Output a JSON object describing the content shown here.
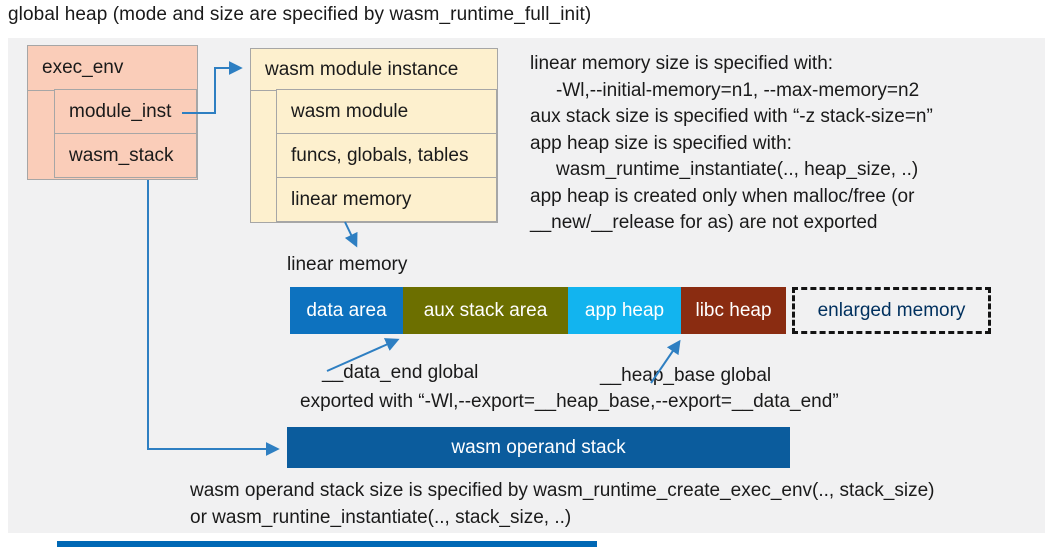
{
  "title": "global heap (mode and size are specified by wasm_runtime_full_init)",
  "exec_env_box": {
    "header": "exec_env",
    "rows": [
      {
        "label": "module_inst"
      },
      {
        "label": "wasm_stack"
      }
    ]
  },
  "module_instance_box": {
    "header": "wasm module instance",
    "rows": [
      {
        "label": "wasm module"
      },
      {
        "label": "funcs, globals, tables"
      },
      {
        "label": "linear memory"
      }
    ]
  },
  "notes_right": {
    "lines": [
      "linear memory size is specified with:",
      "-Wl,--initial-memory=n1, --max-memory=n2",
      "aux stack size is specified with “-z stack-size=n”",
      "app heap size is specified with:",
      "wasm_runtime_instantiate(.., heap_size, ..)",
      "app heap is created only when malloc/free (or",
      "__new/__release for as) are not exported"
    ]
  },
  "linear_memory": {
    "label": "linear memory",
    "segments": [
      {
        "label": "data area",
        "color": "#0D72BF",
        "width": 113
      },
      {
        "label": "aux stack area",
        "color": "#6C6F00",
        "width": 165
      },
      {
        "label": "app heap",
        "color": "#12B4EF",
        "width": 113
      },
      {
        "label": "libc heap",
        "color": "#8A2C11",
        "width": 105
      }
    ],
    "enlarged_box": {
      "label": "enlarged memory"
    }
  },
  "annotations": {
    "data_end_label": "__data_end global",
    "heap_base_label": "__heap_base global",
    "exported_line": "exported with “-Wl,--export=__heap_base,--export=__data_end”"
  },
  "operand_stack": {
    "label": "wasm operand stack"
  },
  "footer_notes": {
    "lines": [
      "wasm operand stack size is specified by wasm_runtime_create_exec_env(.., stack_size)",
      "or wasm_runtine_instantiate(.., stack_size, ..)"
    ]
  },
  "colors": {
    "panel_bg": "#F1F1F2",
    "salmon_fill": "#FACDB9",
    "cream_fill": "#FDF0CE",
    "box_border": "#A6A6A6",
    "accent_arrow": "#2E7FC2",
    "data_area": "#0D72BF",
    "aux_stack": "#6C6F00",
    "app_heap": "#12B4EF",
    "libc_heap": "#8A2C11",
    "operand_stack": "#0B5C9D",
    "enlarged_text": "#00305E",
    "footer_bar": "#0068B5"
  }
}
